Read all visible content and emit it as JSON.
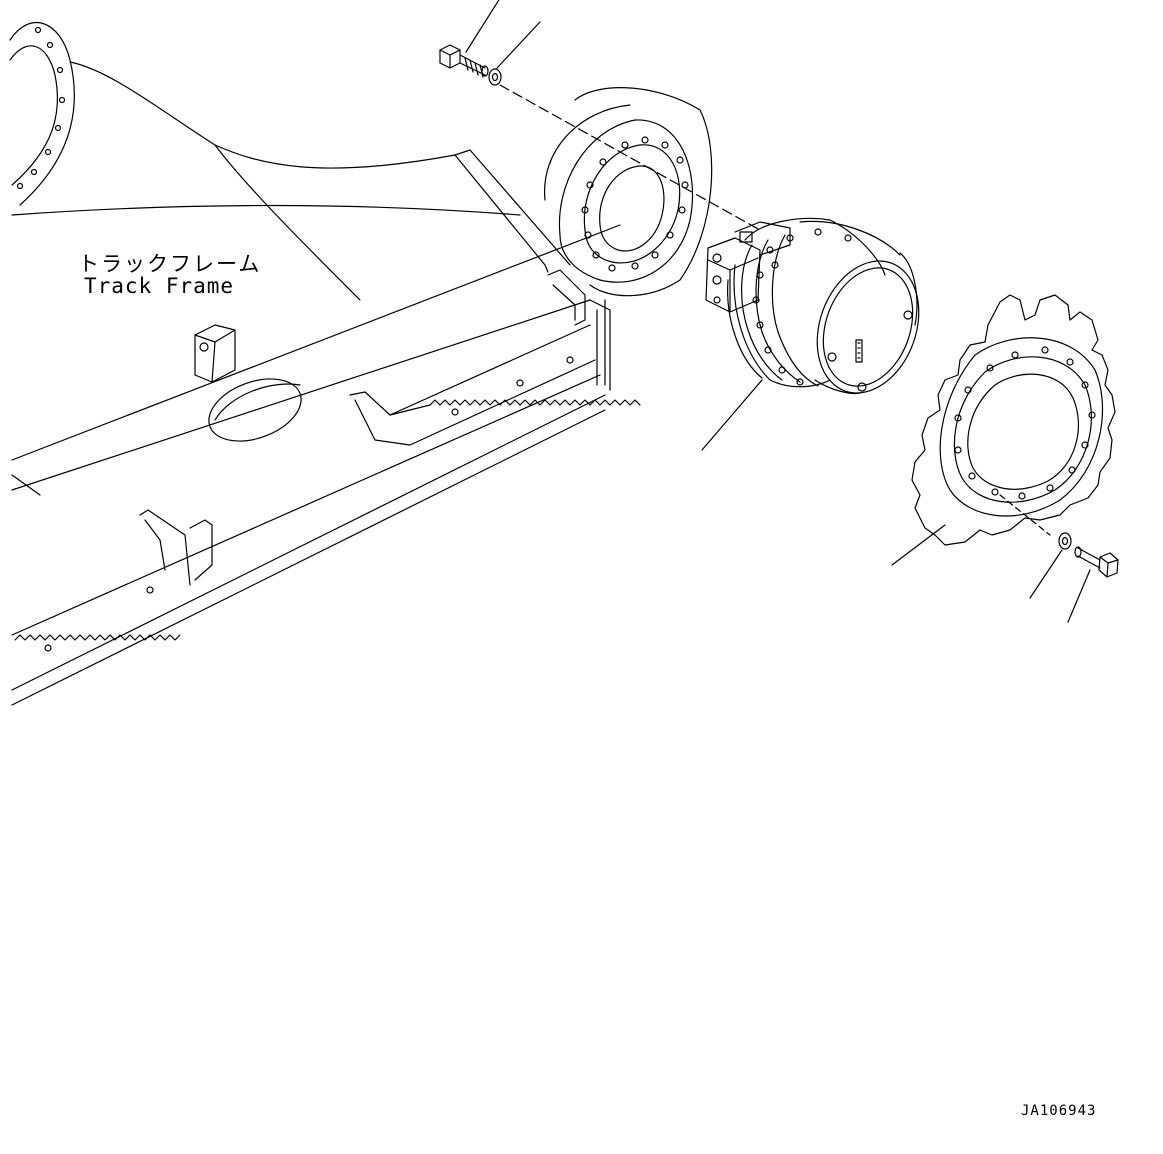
{
  "diagram": {
    "labels": {
      "track_frame_jp": "トラックフレーム",
      "track_frame_en": "Track Frame"
    },
    "drawing_id": "JA106943",
    "colors": {
      "line": "#000000",
      "background": "#ffffff"
    },
    "parts": [
      {
        "name": "mounting-bolt-upper"
      },
      {
        "name": "washer-upper"
      },
      {
        "name": "final-drive-motor"
      },
      {
        "name": "sprocket"
      },
      {
        "name": "washer-lower"
      },
      {
        "name": "mounting-bolt-lower"
      }
    ]
  }
}
